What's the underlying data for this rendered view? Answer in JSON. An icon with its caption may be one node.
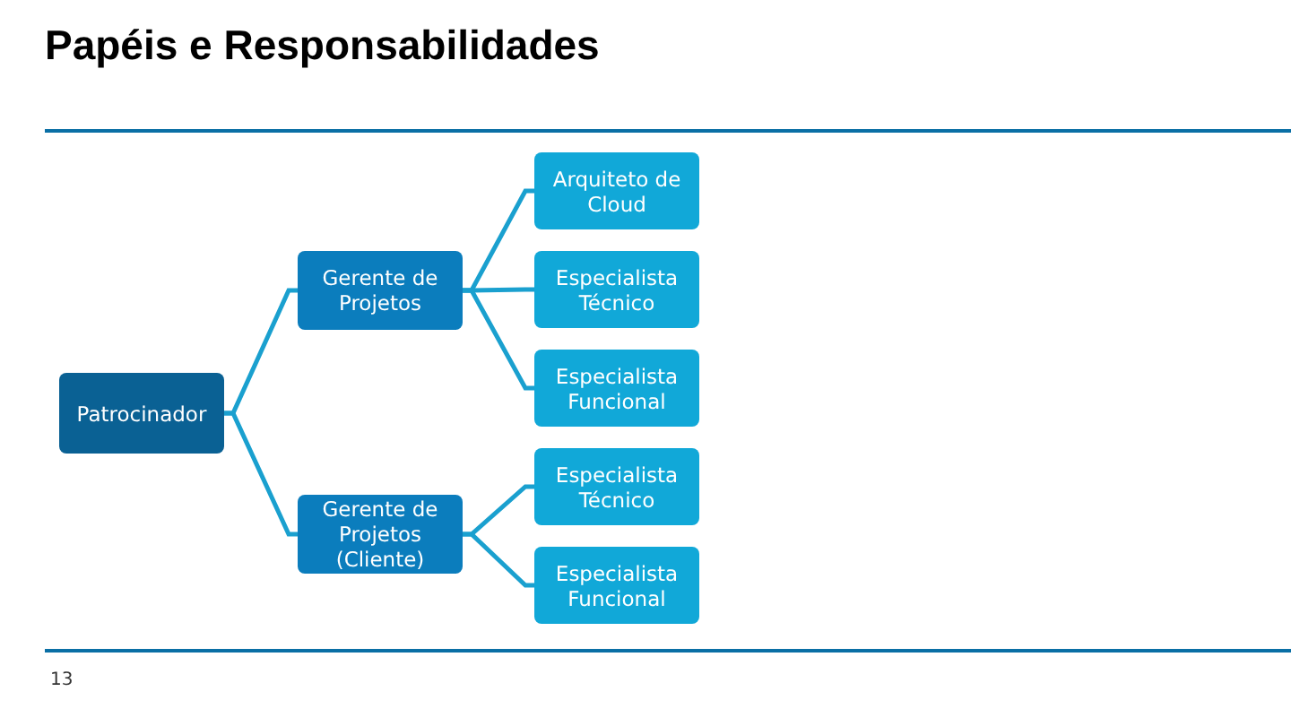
{
  "diagram": {
    "title": "Papéis e Responsabilidades",
    "nodes": [
      {
        "text": [
          "Patrocinador"
        ]
      },
      {
        "text": [
          "Gerente de Projetos"
        ]
      },
      {
        "text": [
          "Gerente de Projetos (Cliente)"
        ]
      },
      {
        "text": [
          "Arquiteto de Cloud"
        ]
      },
      {
        "text": [
          "Especialista Técnico"
        ]
      },
      {
        "text": [
          "Especialista Funcional"
        ]
      },
      {
        "text": [
          "Especialista Técnico"
        ]
      },
      {
        "text": [
          "Especialista Funcional"
        ]
      }
    ],
    "edges": [
      {
        "from": 0,
        "to": 1,
        "arrow": "none"
      },
      {
        "from": 0,
        "to": 2,
        "arrow": "none"
      },
      {
        "from": 1,
        "to": 3,
        "arrow": "none"
      },
      {
        "from": 1,
        "to": 4,
        "arrow": "none"
      },
      {
        "from": 1,
        "to": 5,
        "arrow": "none"
      },
      {
        "from": 2,
        "to": 6,
        "arrow": "none"
      },
      {
        "from": 2,
        "to": 7,
        "arrow": "none"
      }
    ],
    "labels": [
      "13"
    ]
  }
}
